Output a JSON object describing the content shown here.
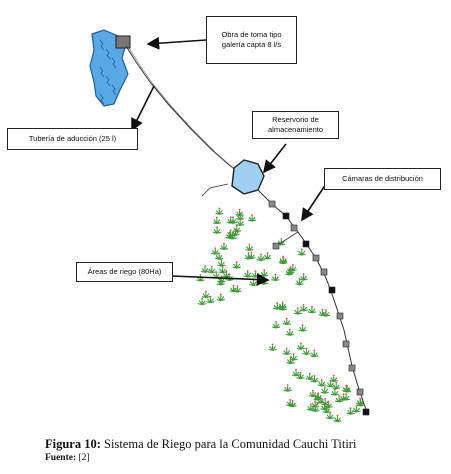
{
  "diagram": {
    "labels": {
      "intake": "Obra de toma tipo\ngalería capta 8 l/s",
      "pipe": "Tubería de aducción (25 l)",
      "reservoir": "Reservorio de\nalmacenamiento",
      "chambers": "Cámaras de distribución",
      "areas": "Áreas de riego (80Ha)"
    },
    "colors": {
      "water": "#5aa9e6",
      "water_dark": "#1f5f96",
      "plants": "#3e9b3a",
      "flower": "#d94a4a",
      "line": "#333333"
    }
  },
  "caption": {
    "figure_label": "Figura 10:",
    "figure_text": "Sistema de Riego para la Comunidad Cauchi Titiri",
    "source_label": "Fuente:",
    "source_text": "[2]"
  }
}
